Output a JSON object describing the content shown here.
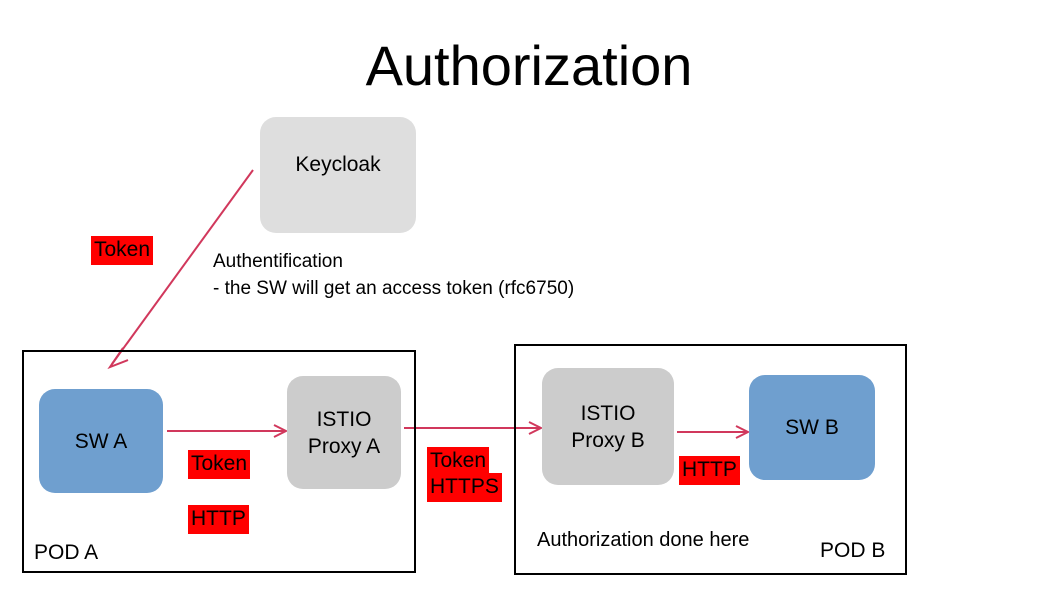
{
  "title": "Authorization",
  "colors": {
    "background": "#ffffff",
    "node_blue": "#6f9fcf",
    "node_gray": "#cccccc",
    "keycloak_gray": "#dedede",
    "highlight_red": "#ff0000",
    "arrow_crimson": "#d1385c",
    "pod_border": "#000000",
    "text": "#000000"
  },
  "nodes": {
    "keycloak": "Keycloak",
    "sw_a": "SW A",
    "istio_proxy_a": "ISTIO\nProxy A",
    "istio_proxy_b": "ISTIO\nProxy B",
    "sw_b": "SW B"
  },
  "pods": {
    "pod_a_label": "POD A",
    "pod_b_label": "POD B"
  },
  "notes": {
    "authentication": "Authentification\n- the SW will get an access token (rfc6750)",
    "authorization_done": "Authorization done here"
  },
  "highlights": {
    "token_from_keycloak": "Token",
    "token_sw_a_to_proxy_a": "Token",
    "http_sw_a_to_proxy_a": "HTTP",
    "token_proxy_a_to_proxy_b": "Token",
    "https_proxy_a_to_proxy_b": "HTTPS",
    "http_proxy_b_to_sw_b": "HTTP"
  },
  "connectors": [
    {
      "name": "keycloak-to-sw-a-arrow",
      "from": "Keycloak",
      "to": "POD A",
      "label": "Token",
      "style": "diagonal-arrow"
    },
    {
      "name": "sw-a-to-proxy-a-arrow",
      "from": "SW A",
      "to": "ISTIO Proxy A",
      "labels": [
        "Token",
        "HTTP"
      ],
      "style": "horizontal-arrow"
    },
    {
      "name": "proxy-a-to-proxy-b-arrow",
      "from": "ISTIO Proxy A",
      "to": "ISTIO Proxy B",
      "labels": [
        "Token",
        "HTTPS"
      ],
      "style": "horizontal-arrow"
    },
    {
      "name": "proxy-b-to-sw-b-arrow",
      "from": "ISTIO Proxy B",
      "to": "SW B",
      "labels": [
        "HTTP"
      ],
      "style": "horizontal-arrow"
    }
  ]
}
